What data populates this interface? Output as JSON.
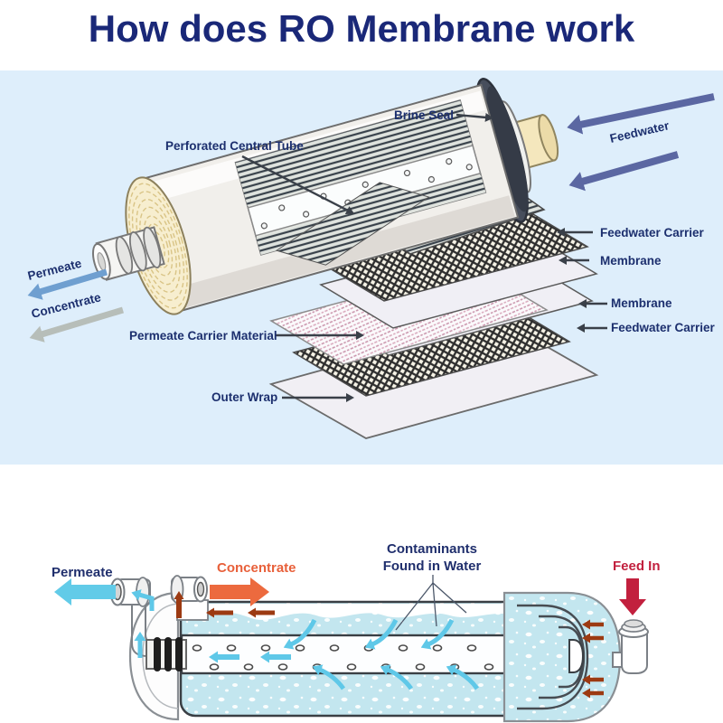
{
  "title": "How does RO Membrane work",
  "colors": {
    "title_navy": "#1a2878",
    "label_navy": "#1c2f6e",
    "background_blue": "#deeefb",
    "feedwater_arrow_slate": "#5b67a2",
    "permeate_arrow_blue": "#6f9fd0",
    "concentrate_arrow_gray": "#b7beb9",
    "cyan_flow": "#62cbe8",
    "orange_concentrate": "#ec6a3e",
    "dark_red_flow": "#9c3a12",
    "crimson_feed": "#c2203e",
    "water_blue": "#c3e6ef"
  },
  "top_diagram": {
    "labels": {
      "brine_seal": "Brine Seal",
      "feedwater": "Feedwater",
      "perforated_central_tube": "Perforated Central Tube",
      "permeate": "Permeate",
      "concentrate": "Concentrate",
      "feedwater_carrier_top": "Feedwater Carrier",
      "membrane_top": "Membrane",
      "membrane_bottom": "Membrane",
      "feedwater_carrier_bottom": "Feedwater Carrier",
      "permeate_carrier_material": "Permeate Carrier Material",
      "outer_wrap": "Outer Wrap"
    }
  },
  "bottom_diagram": {
    "labels": {
      "permeate": "Permeate",
      "concentrate": "Concentrate",
      "contaminants_line1": "Contaminants",
      "contaminants_line2": "Found in Water",
      "feed_in": "Feed In"
    }
  }
}
